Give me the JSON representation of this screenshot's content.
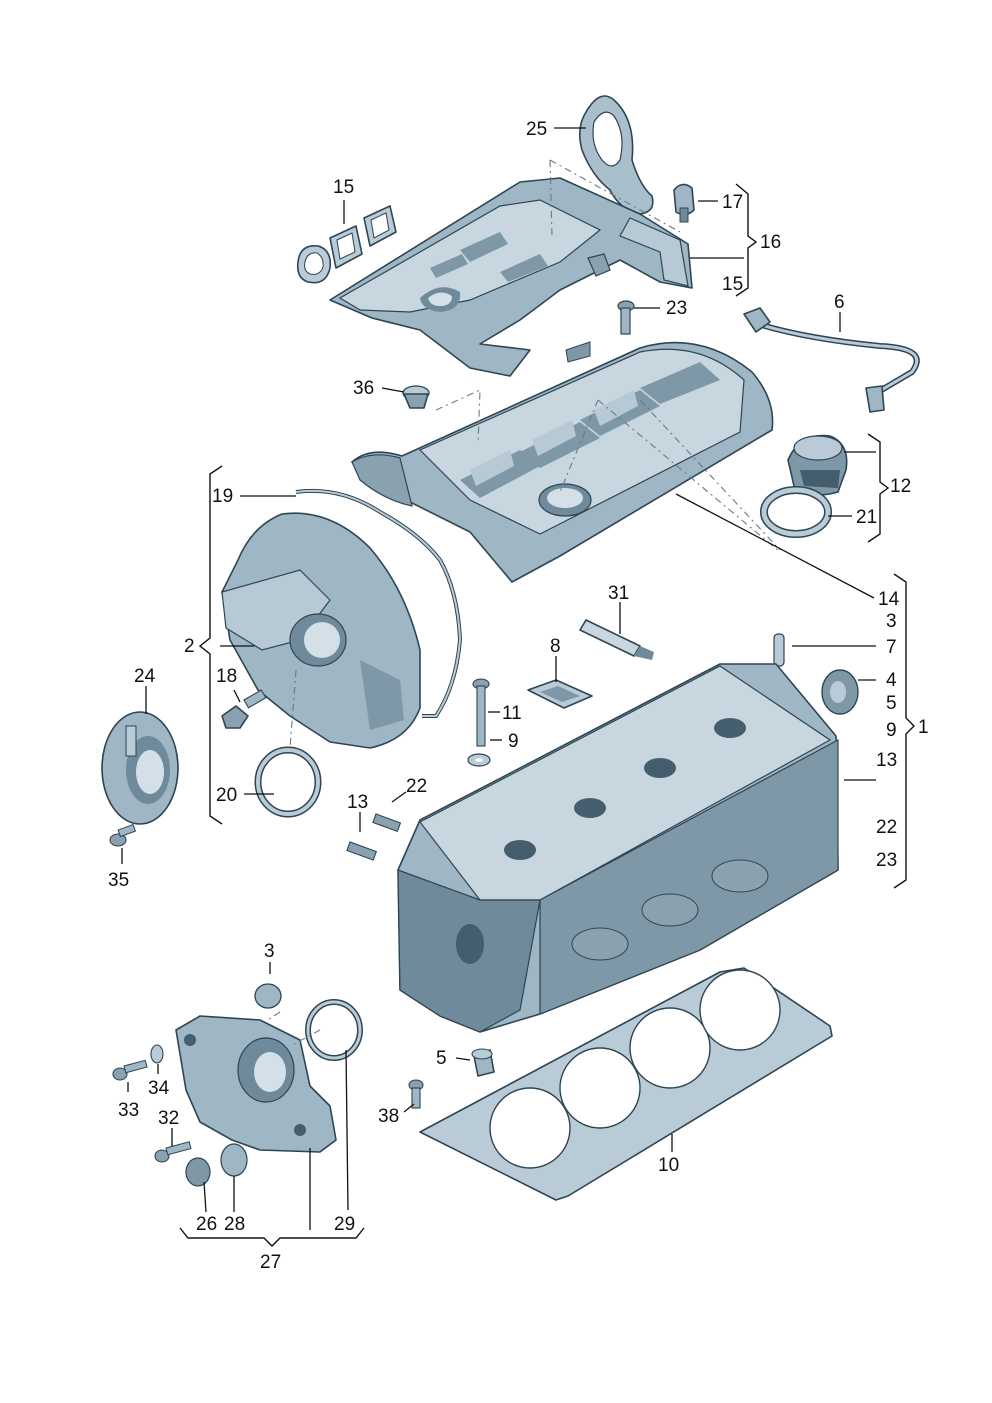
{
  "diagram": {
    "colors": {
      "part_fill": "#a9bfcc",
      "part_shadow": "#6f8a9a",
      "part_dark": "#455e6d",
      "part_light": "#d3e0e8",
      "outline": "#2e4553",
      "label": "#111111"
    },
    "labels": {
      "l25": "25",
      "l15a": "15",
      "l17": "17",
      "l16": "16",
      "l15b": "15",
      "l23a": "23",
      "l6": "6",
      "l36": "36",
      "l12": "12",
      "l21": "21",
      "l19": "19",
      "l14": "14",
      "l3a": "3",
      "l31": "31",
      "l7": "7",
      "l2": "2",
      "l8": "8",
      "l4": "4",
      "l24": "24",
      "l18": "18",
      "l5a": "5",
      "l11": "11",
      "l9a": "9",
      "l1": "1",
      "l9b": "9",
      "l13a": "13",
      "l22a": "22",
      "l20": "20",
      "l13b": "13",
      "l22b": "22",
      "l23b": "23",
      "l35": "35",
      "l3b": "3",
      "l5b": "5",
      "l34": "34",
      "l33": "33",
      "l38": "38",
      "l32": "32",
      "l10": "10",
      "l26": "26",
      "l28": "28",
      "l29": "29",
      "l27": "27"
    }
  }
}
